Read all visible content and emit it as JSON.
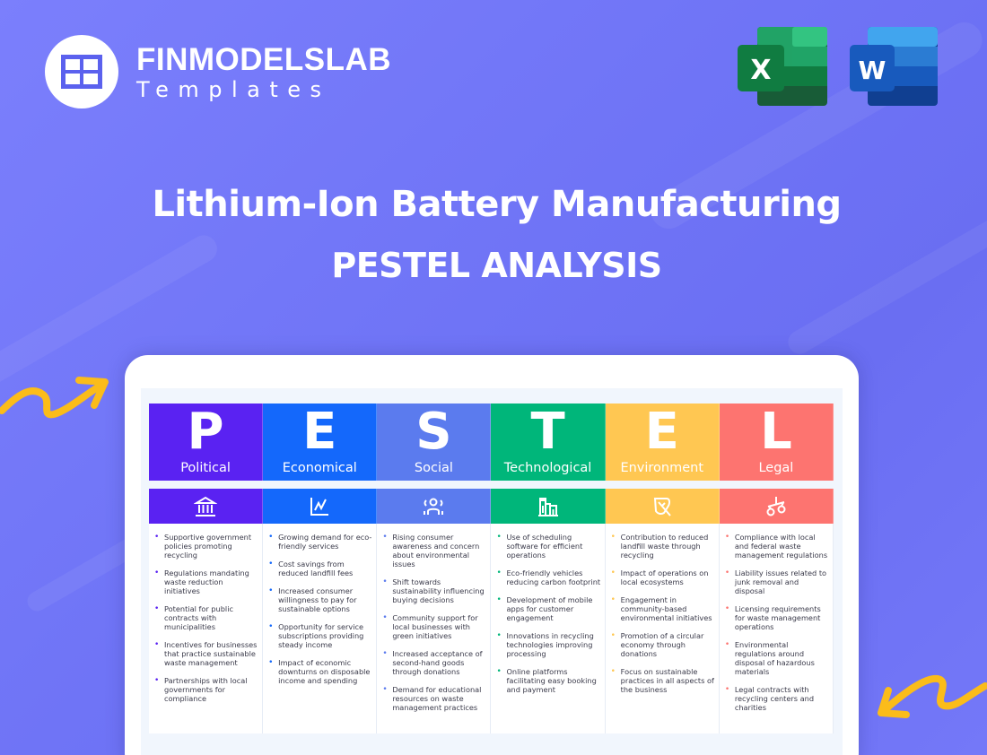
{
  "brand": {
    "name": "FINMODELSLAB",
    "subtitle": "Templates",
    "logo_icon": "grid-table-icon"
  },
  "app_icons": [
    {
      "name": "excel-icon",
      "letter": "X",
      "colors": [
        "#33c481",
        "#21a366",
        "#107c41",
        "#185c37"
      ]
    },
    {
      "name": "word-icon",
      "letter": "W",
      "colors": [
        "#41a5ee",
        "#2b7cd3",
        "#185abd",
        "#103f91"
      ]
    }
  ],
  "title": {
    "line1": "Lithium-Ion Battery Manufacturing",
    "line2": "PESTEL ANALYSIS"
  },
  "colors": {
    "background": "#6f74f6",
    "accent_arrow": "#fbbc1a"
  },
  "pestel": [
    {
      "letter": "P",
      "label": "Political",
      "color": "#5a22f2",
      "bullet": "#5a22f2",
      "icon": "bank-building-icon",
      "items": [
        " Supportive government policies promoting recycling",
        "Regulations mandating waste reduction initiatives",
        "Potential for public contracts with municipalities",
        "Incentives for businesses that practice sustainable waste management",
        "Partnerships with local governments for compliance"
      ]
    },
    {
      "letter": "E",
      "label": "Economical",
      "color": "#1468fb",
      "bullet": "#1468fb",
      "icon": "line-chart-icon",
      "items": [
        "Growing demand for eco-friendly services",
        "Cost savings from reduced landfill fees",
        "Increased consumer willingness to pay for sustainable options",
        "Opportunity for service subscriptions providing steady income",
        "Impact of economic downturns on disposable income and spending"
      ]
    },
    {
      "letter": "S",
      "label": "Social",
      "color": "#5b7bee",
      "bullet": "#5b7bee",
      "icon": "people-icon",
      "items": [
        "Rising consumer awareness and concern about environmental issues",
        "Shift towards sustainability influencing buying decisions",
        "Community support for local businesses with green initiatives",
        "Increased acceptance of second-hand goods through donations",
        "Demand for educational resources on waste management practices"
      ]
    },
    {
      "letter": "T",
      "label": "Technological",
      "color": "#00b67a",
      "bullet": "#00b67a",
      "icon": "castle-tower-icon",
      "items": [
        "Use of scheduling software for efficient operations",
        "Eco-friendly vehicles reducing carbon footprint",
        "Development of mobile apps for customer engagement",
        "Innovations in recycling technologies improving processing",
        "Online platforms facilitating easy booking and payment"
      ]
    },
    {
      "letter": "E",
      "label": "Environment",
      "color": "#ffc752",
      "bullet": "#ffc752",
      "icon": "leaf-icon",
      "items": [
        " Contribution to reduced landfill waste through recycling",
        "Impact of operations on local ecosystems",
        "Engagement in community-based environmental initiatives",
        "Promotion of a circular economy through donations",
        "Focus on sustainable practices in all aspects of the business"
      ]
    },
    {
      "letter": "L",
      "label": "Legal",
      "color": "#fd7470",
      "bullet": "#fd7470",
      "icon": "scales-icon",
      "items": [
        "Compliance with local and federal waste management regulations",
        "Liability issues related to junk removal and disposal",
        "Licensing requirements for waste management operations",
        "Environmental regulations around disposal of hazardous materials",
        "Legal contracts with recycling centers and charities"
      ]
    }
  ]
}
